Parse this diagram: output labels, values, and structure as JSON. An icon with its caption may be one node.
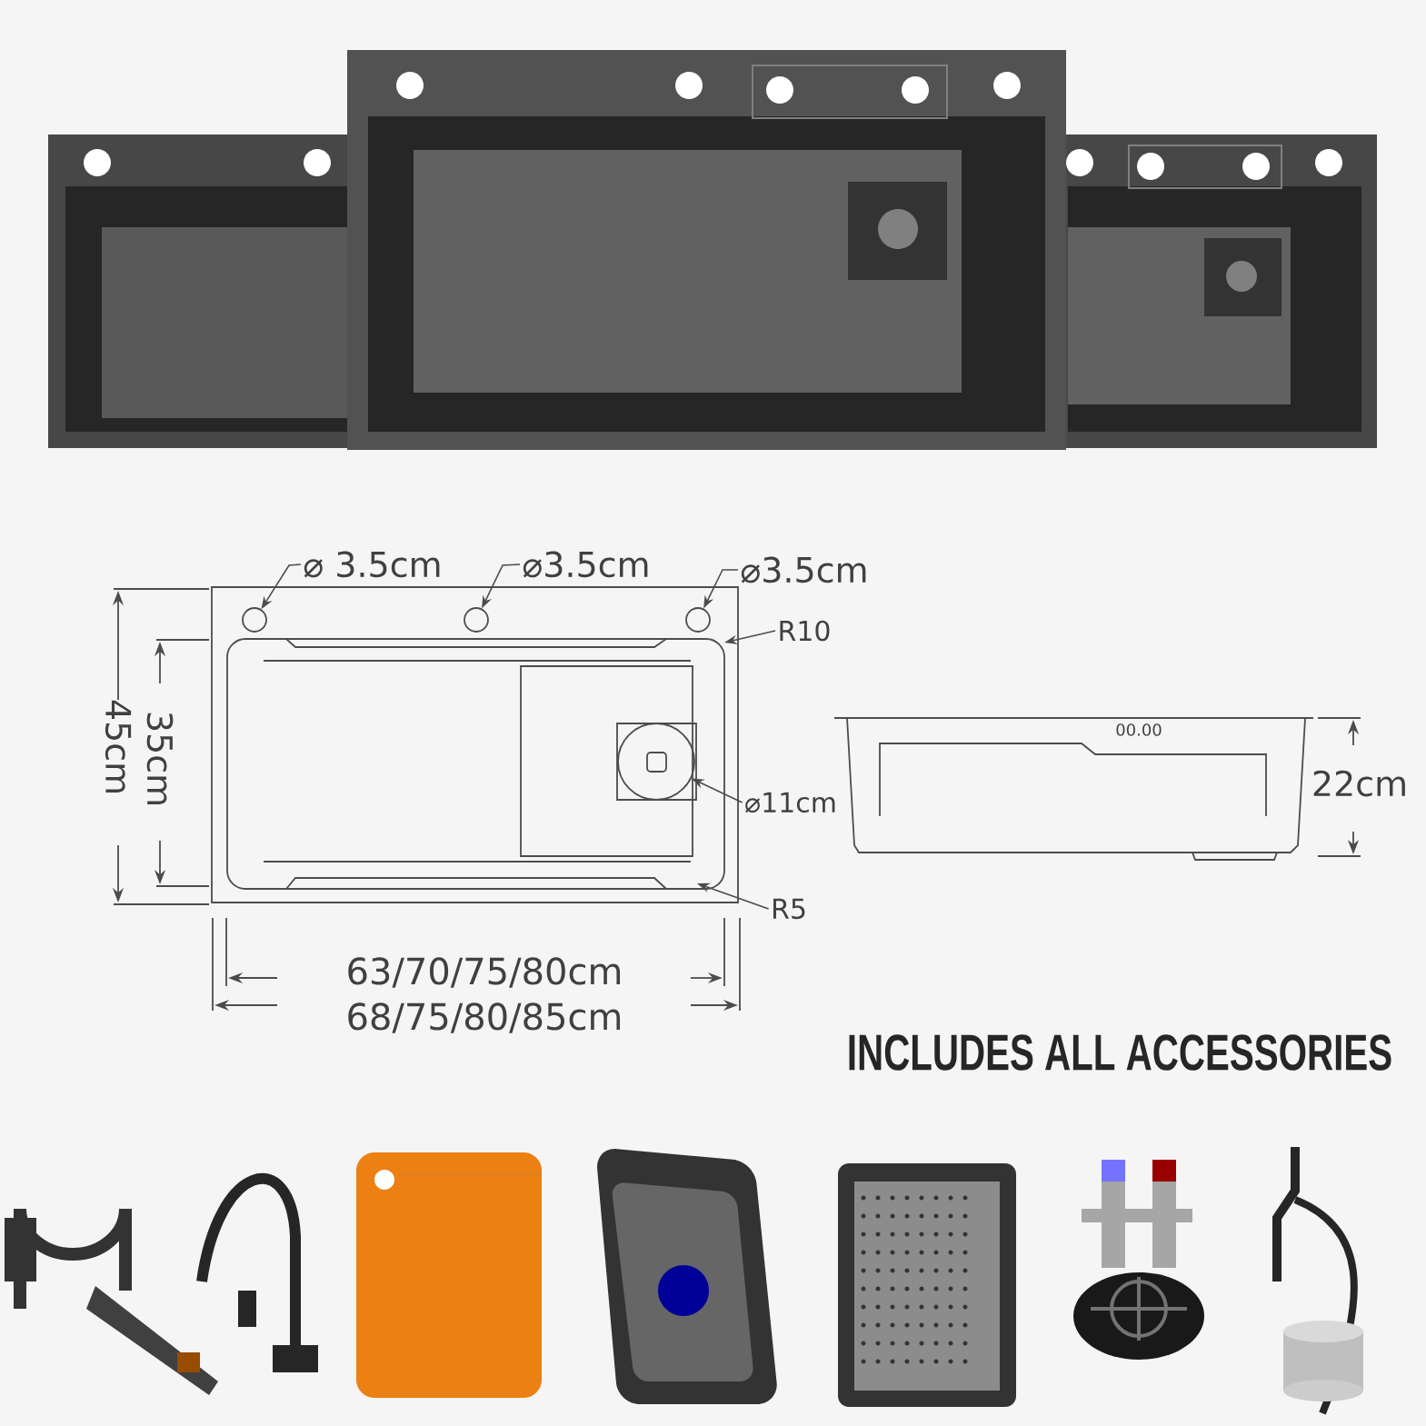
{
  "diagram": {
    "nodes": [
      {
        "text": [
          "⌀ 3.5cm"
        ]
      },
      {
        "text": [],
        "shape": "circle"
      },
      {
        "text": [
          "⌀3.5cm"
        ]
      },
      {
        "text": [],
        "shape": "circle"
      },
      {
        "text": [
          "⌀3.5cm"
        ]
      },
      {
        "text": [],
        "shape": "circle"
      },
      {
        "text": [
          "R10"
        ]
      },
      {
        "text": [
          "⌀11cm"
        ]
      },
      {
        "text": [],
        "shape": "circle"
      },
      {
        "text": [
          "R5"
        ]
      }
    ],
    "edges": [
      {
        "from": 0,
        "to": 1,
        "arrow": "to"
      },
      {
        "from": 2,
        "to": 3,
        "arrow": "to"
      },
      {
        "from": 4,
        "to": 5,
        "arrow": "to"
      },
      {
        "from": 6,
        "to": null,
        "arrow": "to"
      },
      {
        "from": 7,
        "to": 8,
        "arrow": "to"
      },
      {
        "from": 9,
        "to": null,
        "arrow": "to"
      }
    ],
    "labels": [
      "00.00",
      "45cm",
      "35cm",
      "22cm",
      "63/70/75/80cm",
      "68/75/80/85cm",
      "INCLUDES ALL ACCESSORIES"
    ]
  }
}
